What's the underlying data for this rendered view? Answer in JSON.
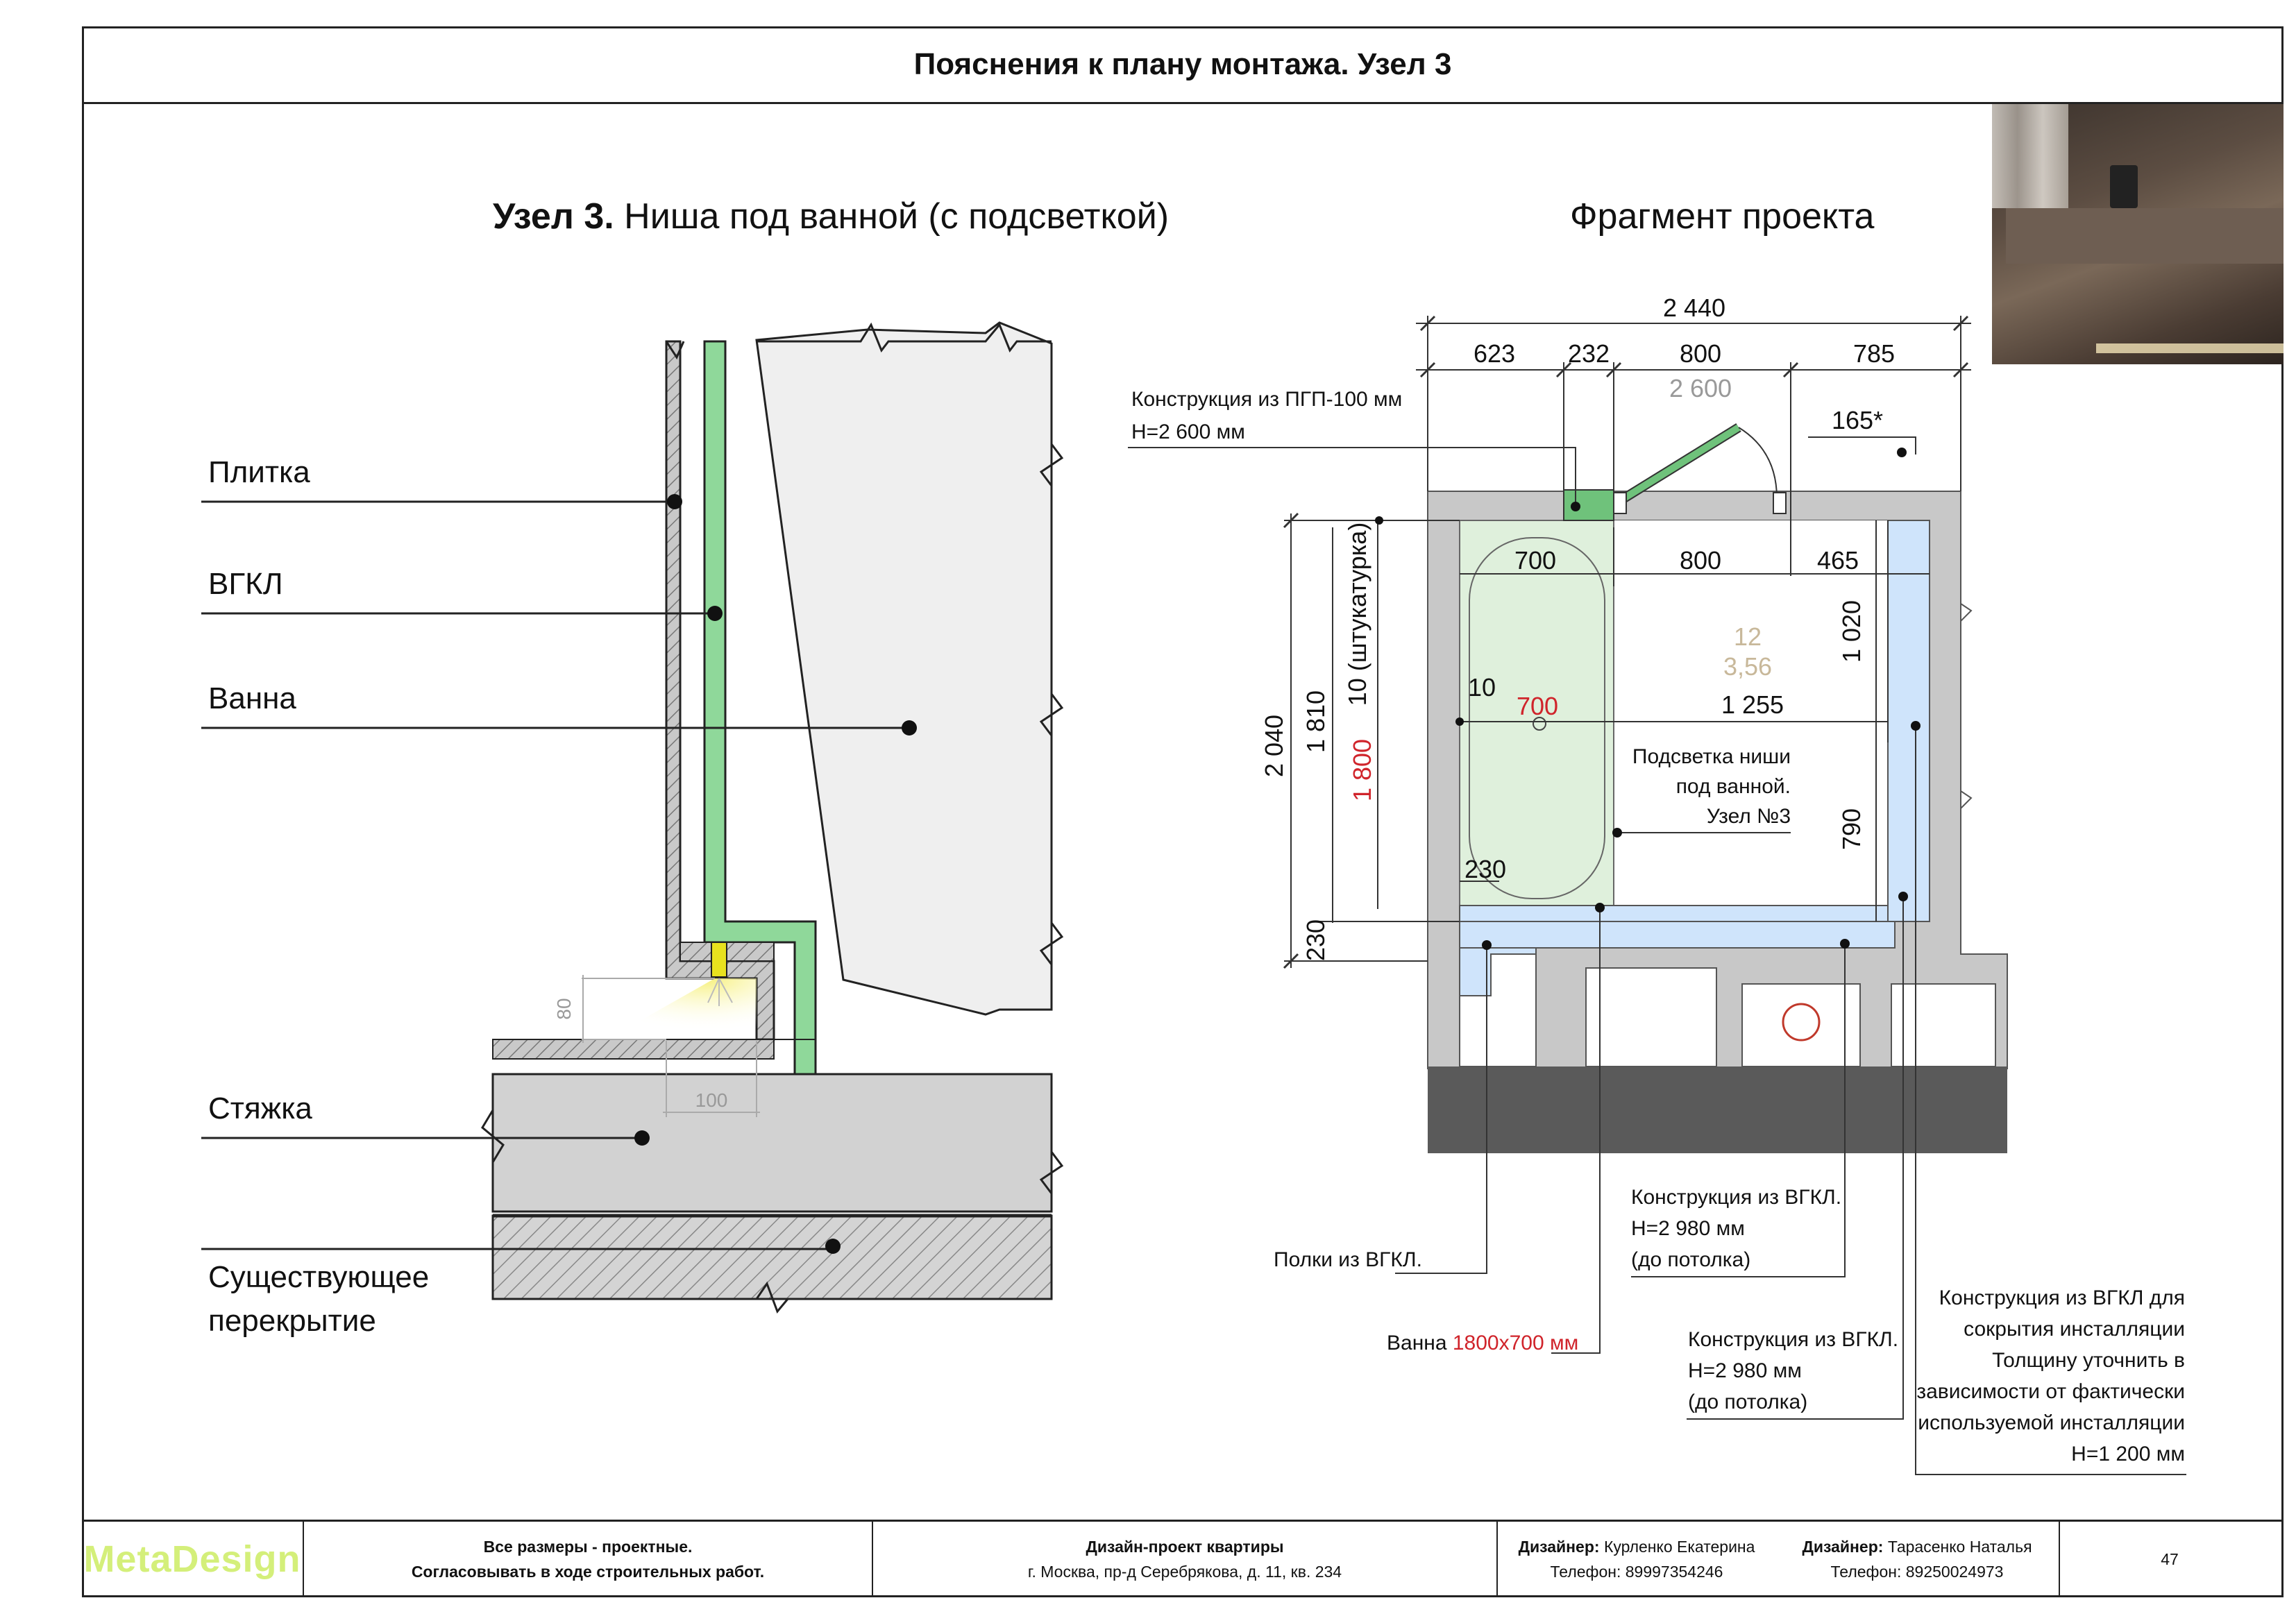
{
  "header": {
    "title": "Пояснения к плану монтажа. Узел 3"
  },
  "left_section": {
    "title_bold": "Узел 3.",
    "title_rest": "Ниша под ванной (с подсветкой)",
    "labels": {
      "tile": "Плитка",
      "gkl": "ВГКЛ",
      "bath": "Ванна",
      "screed": "Стяжка",
      "slab_1": "Существующее",
      "slab_2": "перекрытие"
    },
    "dims": {
      "height": "80",
      "width": "100"
    }
  },
  "right_section": {
    "title": "Фрагмент проекта",
    "dims_top": {
      "total": "2 440",
      "d623": "623",
      "d232": "232",
      "d800": "800",
      "d785": "785",
      "d2600": "2 600",
      "d165": "165*"
    },
    "dims_inner": {
      "d700": "700",
      "d800": "800",
      "d465": "465",
      "d1020": "1 020",
      "d1255": "1 255",
      "d790": "790",
      "d10": "10",
      "d700_red": "700",
      "d230": "230"
    },
    "dims_left": {
      "d2040": "2 040",
      "d1810": "1 810",
      "d1800_red": "1 800",
      "d230": "230",
      "plaster": "10 (штукатурка)"
    },
    "area": {
      "num": "12",
      "value": "3,56"
    },
    "notes": {
      "pgp_1": "Конструкция из ПГП-100 мм",
      "pgp_2": "H=2 600 мм",
      "light_1": "Подсветка ниши",
      "light_2": "под ванной.",
      "light_3": "Узел №3",
      "shelves": "Полки из ВГКЛ.",
      "bath_label": "Ванна ",
      "bath_size": "1800х700 мм",
      "gkl_a_1": "Конструкция из ВГКЛ.",
      "gkl_a_2": "H=2 980 мм",
      "gkl_a_3": "(до потолка)",
      "gkl_b_1": "Конструкция из ВГКЛ.",
      "gkl_b_2": "H=2 980 мм",
      "gkl_b_3": "(до потолка)",
      "inst_1": "Конструкция из ВГКЛ для",
      "inst_2": "сокрытия инсталляции",
      "inst_3": "Толщину уточнить в",
      "inst_4": "зависимости от фактически",
      "inst_5": "используемой инсталляции",
      "inst_6": "H=1 200 мм"
    }
  },
  "footer": {
    "logo": "MetaDesign",
    "note_1": "Все размеры - проектные.",
    "note_2": "Согласовывать в ходе строительных работ.",
    "project_title": "Дизайн-проект квартиры",
    "address": "г. Москва, пр-д Серебрякова, д. 11, кв. 234",
    "designer_label": "Дизайнер:",
    "designer_1_name": "Курленко Екатерина",
    "designer_1_phone": "Телефон: 89997354246",
    "designer_2_name": "Тарасенко Наталья",
    "designer_2_phone": "Телефон: 89250024973",
    "page": "47"
  },
  "colors": {
    "gkl": "#8fd89a",
    "bath": "#dff0dc",
    "shelf": "#cfe4fb",
    "wall": "#c8c8c8",
    "floor": "#5a5a5a",
    "led": "#e8e21e",
    "red": "#d0242b",
    "logo": "#d4ef7a"
  }
}
